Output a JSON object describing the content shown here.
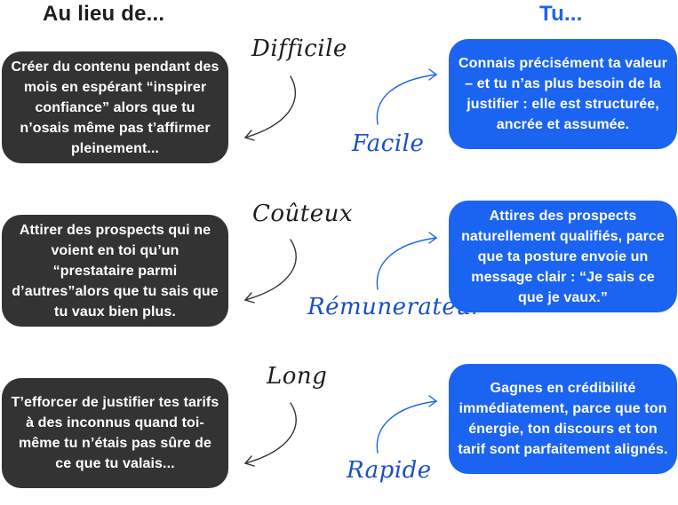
{
  "headers": {
    "left": "Au lieu de...",
    "right": "Tu..."
  },
  "rows": [
    {
      "instead_text": "Créer du contenu pendant des mois en espérant “inspirer confiance” alors que tu n’osais même pas t’affirmer pleinement...",
      "negative_word": "Difficile",
      "positive_word": "Facile",
      "you_text": "Connais précisément ta valeur – et tu n’as plus besoin de la justifier : elle est structurée, ancrée et assumée."
    },
    {
      "instead_text": "Attirer des prospects qui ne voient en toi qu’un “prestataire parmi d’autres”alors que tu sais que tu vaux bien plus.",
      "negative_word": "Coûteux",
      "positive_word": "Rémunerateur",
      "you_text": "Attires des prospects naturellement qualifiés, parce que ta posture envoie un message clair : “Je sais ce que je vaux.”"
    },
    {
      "instead_text": "T’efforcer de justifier tes tarifs à des inconnus quand toi-même tu n’étais pas sûre de ce que tu valais...",
      "negative_word": "Long",
      "positive_word": "Rapide",
      "you_text": "Gagnes en crédibilité immédiatement, parce que ton énergie, ton discours et ton tarif sont parfaitement alignés."
    }
  ],
  "colors": {
    "dark_card": "#333333",
    "blue_card": "#1b64f2",
    "positive_word": "#1b4fc4"
  }
}
